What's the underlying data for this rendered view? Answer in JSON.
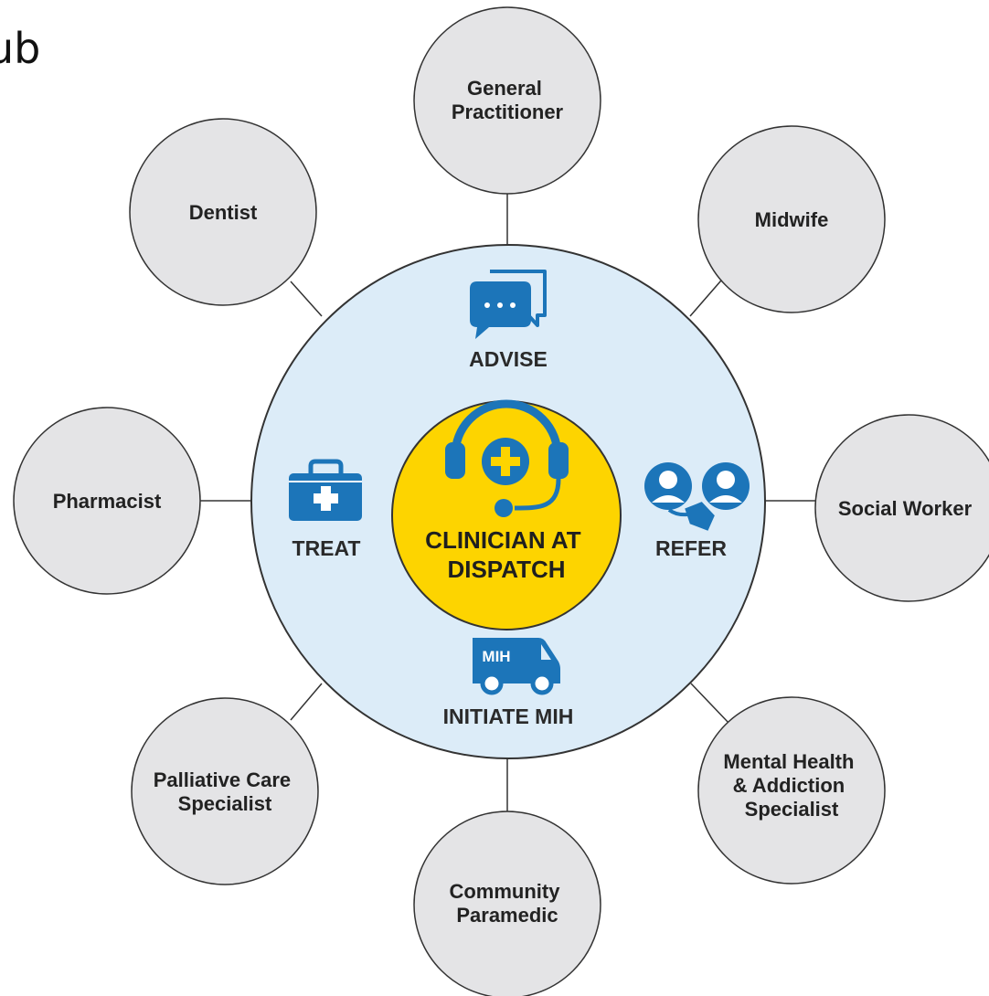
{
  "cut_text": "ub",
  "center": {
    "lines": [
      "CLINICIAN AT",
      "DISPATCH"
    ]
  },
  "actions": {
    "advise": "ADVISE",
    "treat": "TREAT",
    "refer": "REFER",
    "initiate": "INITIATE MIH",
    "van_label": "MIH"
  },
  "nodes": [
    {
      "id": "general-practitioner",
      "lines": [
        "General",
        "Practitioner"
      ]
    },
    {
      "id": "midwife",
      "lines": [
        "Midwife"
      ]
    },
    {
      "id": "social-worker",
      "lines": [
        "Social Worker"
      ]
    },
    {
      "id": "mental-health-addiction-specialist",
      "lines": [
        "Mental Health",
        "& Addiction",
        "Specialist"
      ]
    },
    {
      "id": "community-paramedic",
      "lines": [
        "Community",
        "Paramedic"
      ]
    },
    {
      "id": "palliative-care-specialist",
      "lines": [
        "Palliative Care",
        "Specialist"
      ]
    },
    {
      "id": "pharmacist",
      "lines": [
        "Pharmacist"
      ]
    },
    {
      "id": "dentist",
      "lines": [
        "Dentist"
      ]
    }
  ],
  "icons": {
    "advise": "chat-bubbles-icon",
    "treat": "first-aid-kit-icon",
    "refer": "referral-people-icon",
    "initiate": "ambulance-van-icon",
    "center": "headset-medical-icon"
  },
  "colors": {
    "outer_circle": "#dcecf8",
    "center_circle": "#fdd400",
    "node_fill": "#e4e4e6",
    "icon_blue": "#1c75b9",
    "stroke": "#333333"
  }
}
